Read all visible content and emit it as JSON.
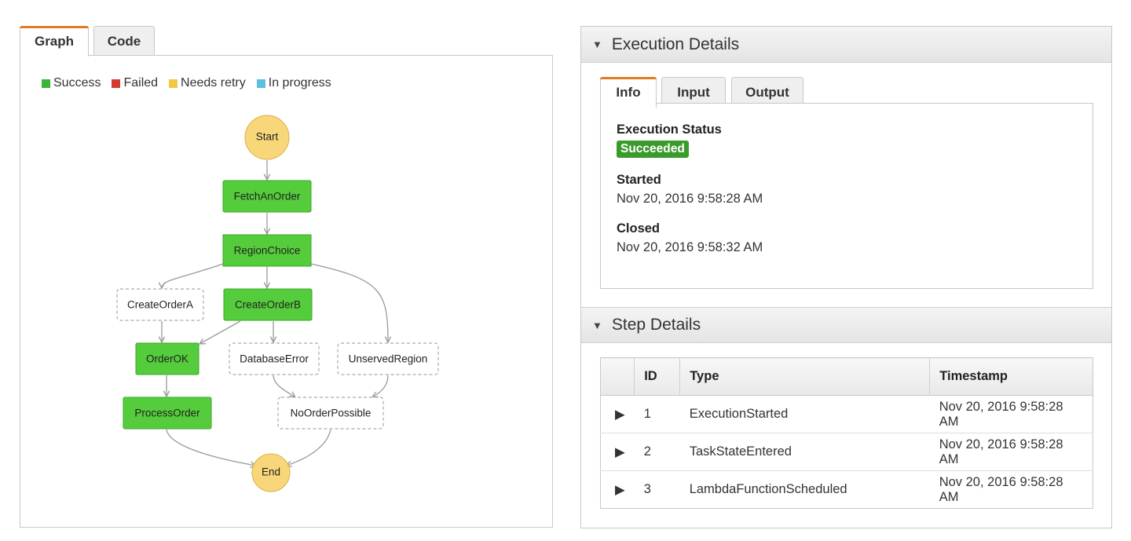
{
  "left_tabs": [
    {
      "label": "Graph",
      "active": true
    },
    {
      "label": "Code",
      "active": false
    }
  ],
  "legend": [
    {
      "label": "Success",
      "color": "#3cb43a"
    },
    {
      "label": "Failed",
      "color": "#d23a32"
    },
    {
      "label": "Needs retry",
      "color": "#f2c744"
    },
    {
      "label": "In progress",
      "color": "#5bc0de"
    }
  ],
  "graph": {
    "start": "Start",
    "end": "End",
    "states": {
      "fetch": "FetchAnOrder",
      "region_choice": "RegionChoice",
      "create_a": "CreateOrderA",
      "create_b": "CreateOrderB",
      "order_ok": "OrderOK",
      "database_error": "DatabaseError",
      "unserved_region": "UnservedRegion",
      "process_order": "ProcessOrder",
      "no_order_possible": "NoOrderPossible"
    }
  },
  "execution_details": {
    "title": "Execution Details",
    "tabs": [
      {
        "label": "Info",
        "active": true
      },
      {
        "label": "Input",
        "active": false
      },
      {
        "label": "Output",
        "active": false
      }
    ],
    "status_label": "Execution Status",
    "status_value": "Succeeded",
    "status_color": "#3a9a2b",
    "started_label": "Started",
    "started_value": "Nov 20, 2016 9:58:28 AM",
    "closed_label": "Closed",
    "closed_value": "Nov 20, 2016 9:58:32 AM"
  },
  "step_details": {
    "title": "Step Details",
    "columns": [
      "ID",
      "Type",
      "Timestamp"
    ],
    "rows": [
      {
        "id": "1",
        "type": "ExecutionStarted",
        "timestamp": "Nov 20, 2016 9:58:28 AM"
      },
      {
        "id": "2",
        "type": "TaskStateEntered",
        "timestamp": "Nov 20, 2016 9:58:28 AM"
      },
      {
        "id": "3",
        "type": "LambdaFunctionScheduled",
        "timestamp": "Nov 20, 2016 9:58:28 AM"
      }
    ]
  }
}
